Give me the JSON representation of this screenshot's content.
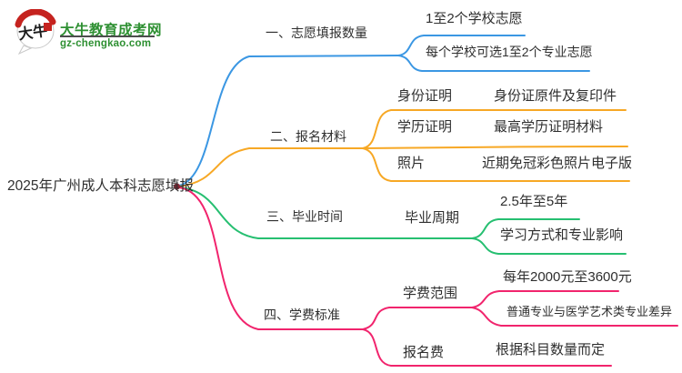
{
  "page": {
    "background": "#ffffff"
  },
  "logo": {
    "bubble_text": "大牛",
    "brand_name": "大牛教育成考网",
    "domain": "gz-chengkao.com",
    "brand_color": "#2e9032",
    "accent_red": "#c5231f"
  },
  "mindmap": {
    "root_label": "2025年广州成人本科志愿填报",
    "colors": {
      "branch1": "#3b97e3",
      "branch2": "#f7a825",
      "branch3": "#26bf71",
      "branch4": "#f1246d",
      "root_dot": "#8b2332",
      "text": "#2f2f2f"
    },
    "branch1": {
      "title": "一、志愿填报数量",
      "leaf1": "1至2个学校志愿",
      "leaf2": "每个学校可选1至2个专业志愿"
    },
    "branch2": {
      "title": "二、报名材料",
      "row1": {
        "label": "身份证明",
        "detail": "身份证原件及复印件"
      },
      "row2": {
        "label": "学历证明",
        "detail": "最高学历证明材料"
      },
      "row3": {
        "label": "照片",
        "detail": "近期免冠彩色照片电子版"
      }
    },
    "branch3": {
      "title": "三、毕业时间",
      "node": "毕业周期",
      "leaf1": "2.5年至5年",
      "leaf2": "学习方式和专业影响"
    },
    "branch4": {
      "title": "四、学费标准",
      "node1": "学费范围",
      "node1_leaf1": "每年2000元至3600元",
      "node1_leaf2": "普通专业与医学艺术类专业差异",
      "node2": "报名费",
      "node2_leaf": "根据科目数量而定"
    }
  }
}
